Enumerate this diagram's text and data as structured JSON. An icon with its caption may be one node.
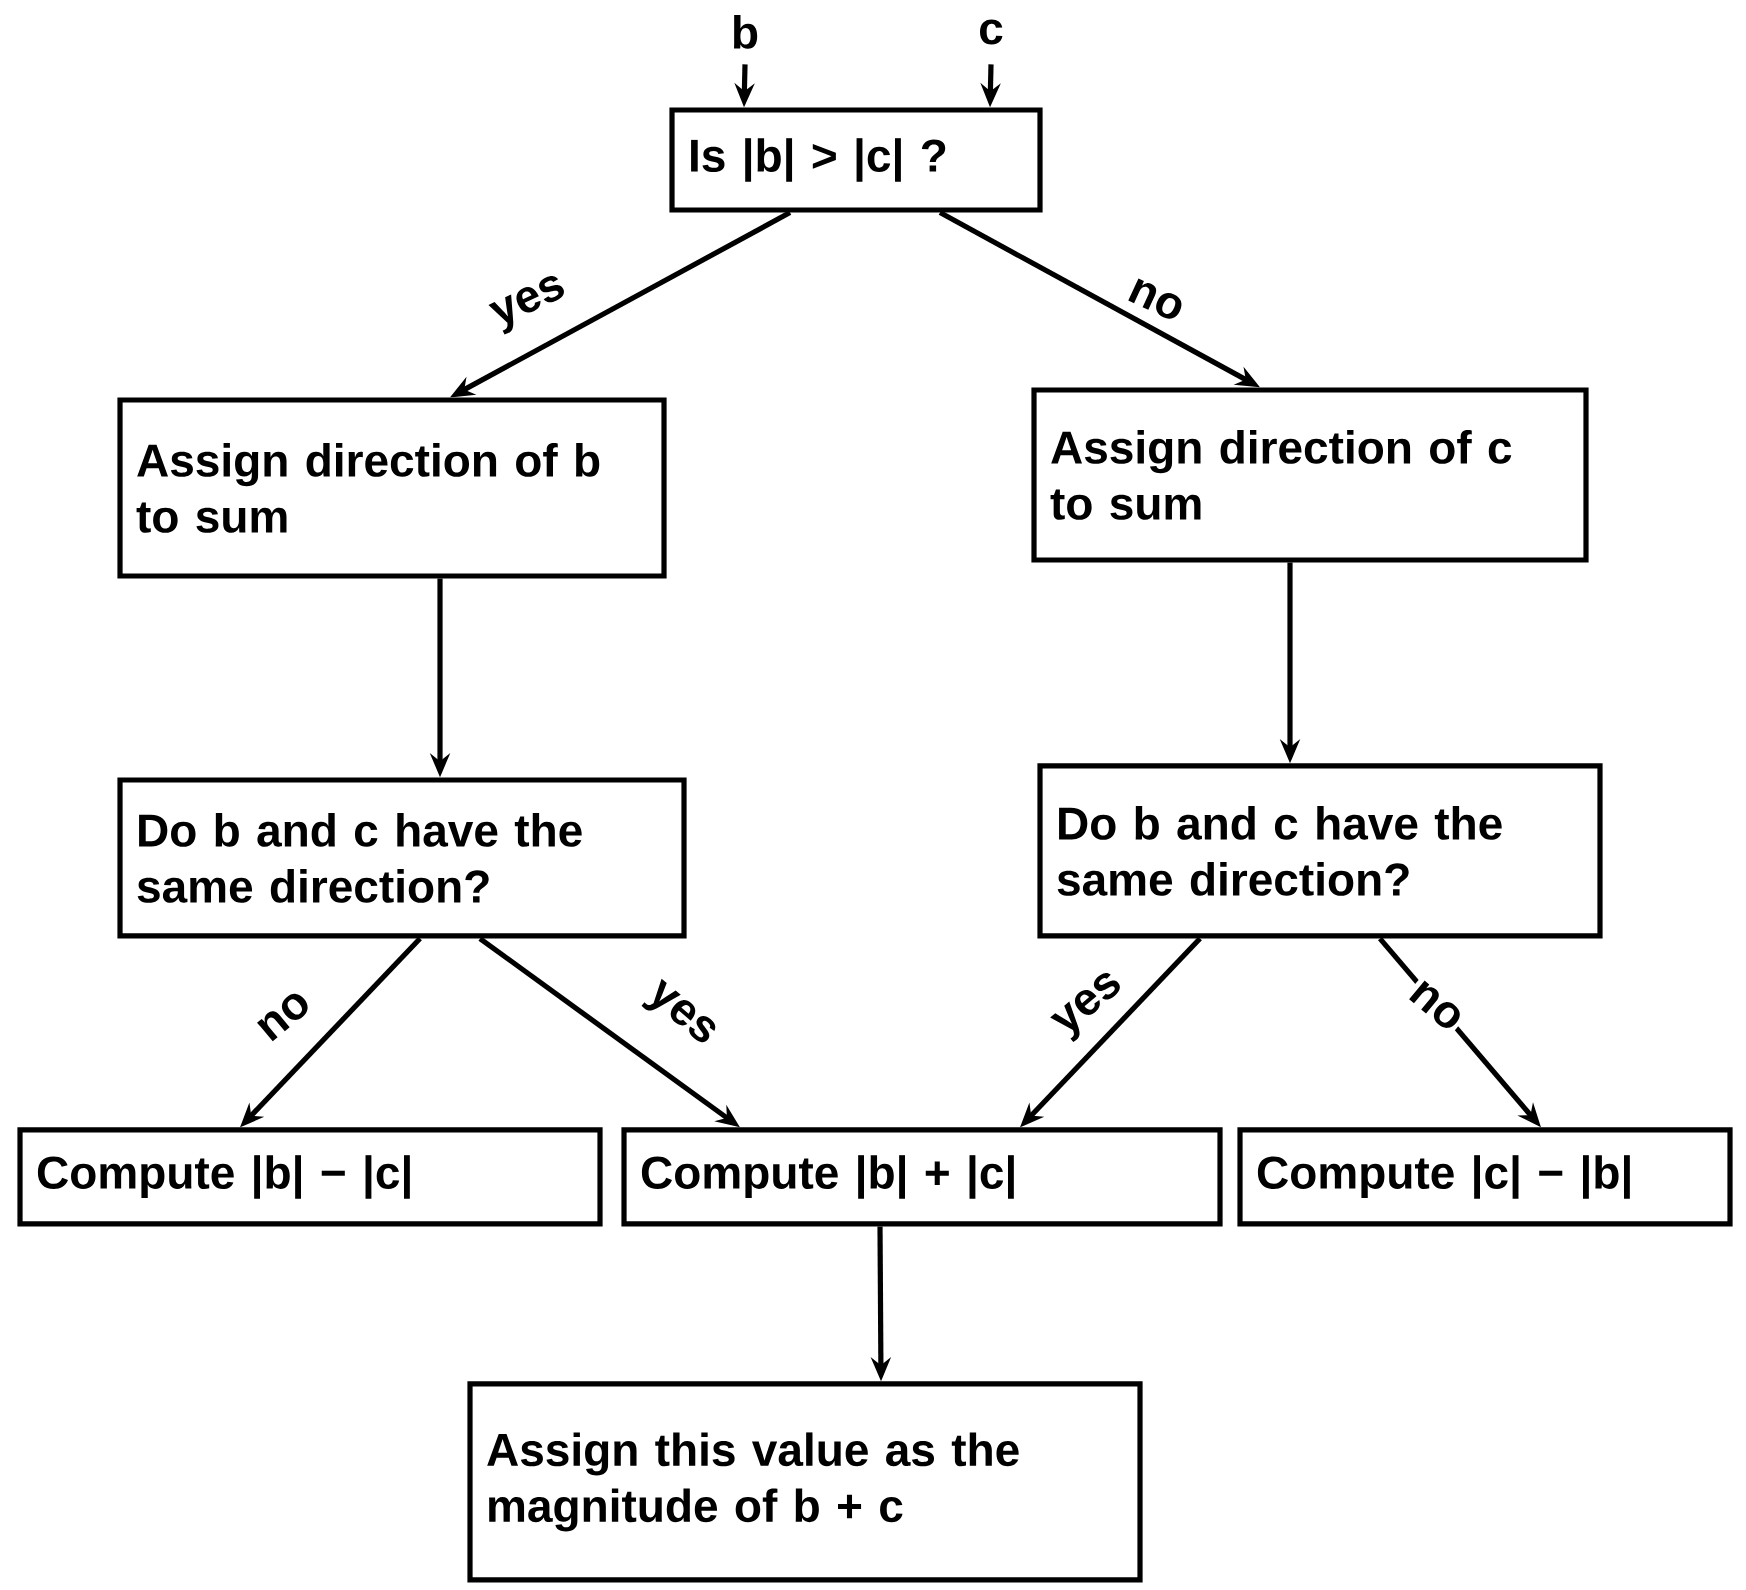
{
  "diagram": {
    "nodes": [
      {
        "text": [
          "b"
        ]
      },
      {
        "text": [
          "c"
        ]
      },
      {
        "text": [
          "Is |b| > |c| ?"
        ]
      },
      {
        "text": [
          "Assign direction of b to sum"
        ]
      },
      {
        "text": [
          "Assign direction of c to sum"
        ]
      },
      {
        "text": [
          "Do b and c have the same direction?"
        ]
      },
      {
        "text": [
          "Do b and c have the same direction?"
        ]
      },
      {
        "text": [
          "Compute |b| − |c|"
        ]
      },
      {
        "text": [
          "Compute |b| + |c|"
        ]
      },
      {
        "text": [
          "Compute |c| − |b|"
        ]
      },
      {
        "text": [
          "Assign this value as the magnitude of b + c"
        ]
      }
    ],
    "edges": [
      {
        "from": 0,
        "to": 2,
        "arrow": "to"
      },
      {
        "from": 1,
        "to": 2,
        "arrow": "to"
      },
      {
        "from": 2,
        "to": 3,
        "arrow": "to",
        "label": "yes"
      },
      {
        "from": 2,
        "to": 4,
        "arrow": "to",
        "label": "no"
      },
      {
        "from": 3,
        "to": 5,
        "arrow": "to"
      },
      {
        "from": 4,
        "to": 6,
        "arrow": "to"
      },
      {
        "from": 5,
        "to": 7,
        "arrow": "to",
        "label": "no"
      },
      {
        "from": 5,
        "to": 8,
        "arrow": "to",
        "label": "yes"
      },
      {
        "from": 6,
        "to": 8,
        "arrow": "to",
        "label": "yes"
      },
      {
        "from": 6,
        "to": 9,
        "arrow": "to",
        "label": "no"
      },
      {
        "from": 8,
        "to": 10,
        "arrow": "to"
      }
    ]
  }
}
